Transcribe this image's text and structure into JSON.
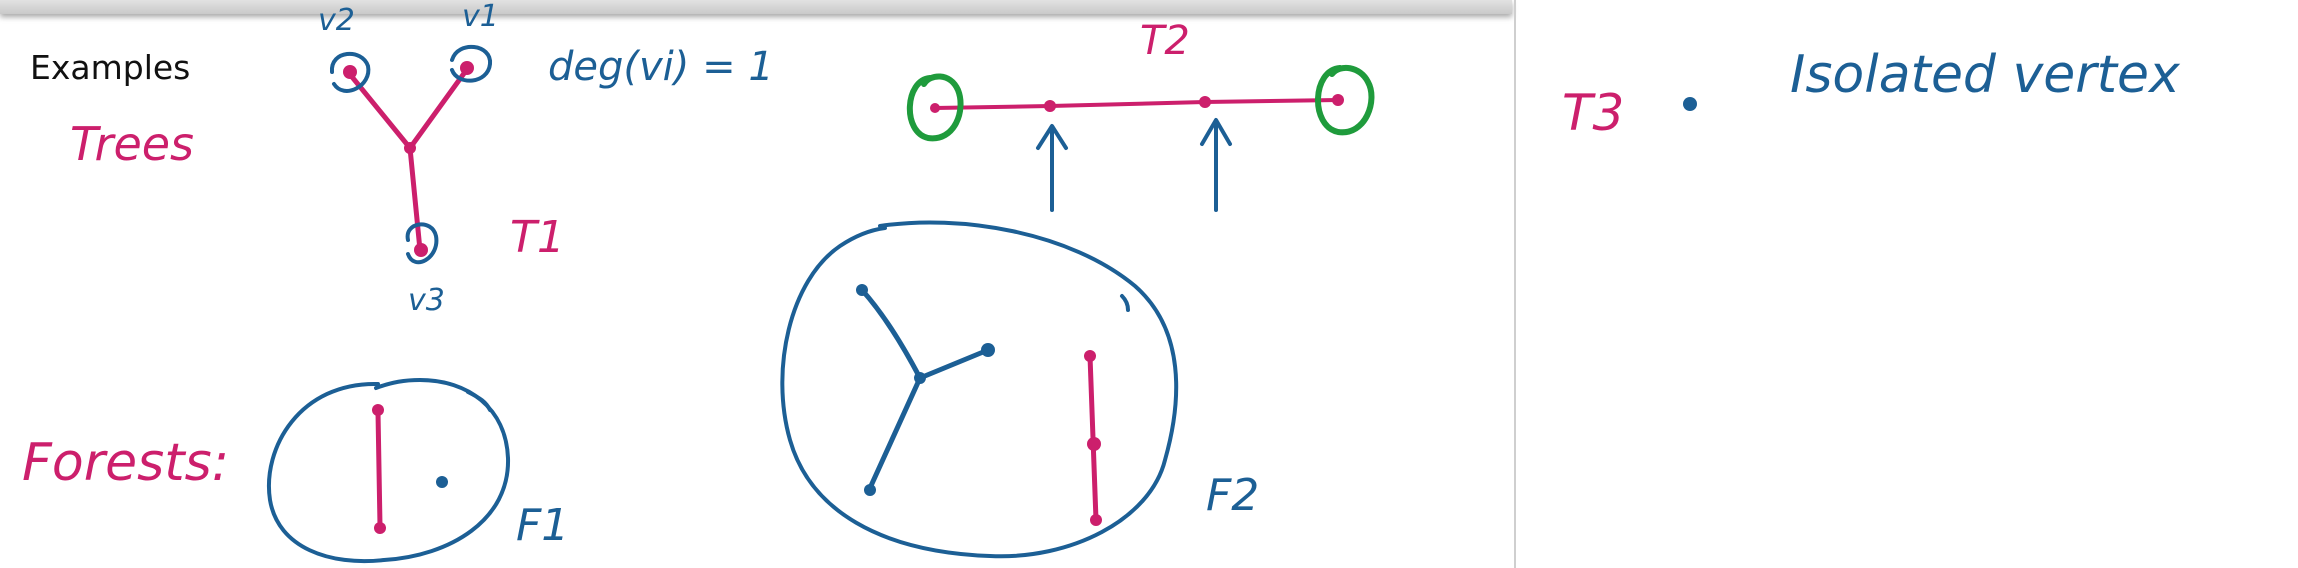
{
  "slide": {
    "heading": "Examples"
  },
  "ink": {
    "trees_label": "Trees",
    "forests_label": "Forests:",
    "degree_note": "deg(vi) = 1",
    "isolated_note": "Isolated vertex",
    "v1": "v1",
    "v2": "v2",
    "v3": "v3",
    "t1": "T1",
    "t2": "T2",
    "t3": "T3",
    "f1": "F1",
    "f2": "F2"
  },
  "colors": {
    "magenta": "#cc1f6c",
    "blue": "#1c5f95",
    "green": "#1f9b3c"
  }
}
